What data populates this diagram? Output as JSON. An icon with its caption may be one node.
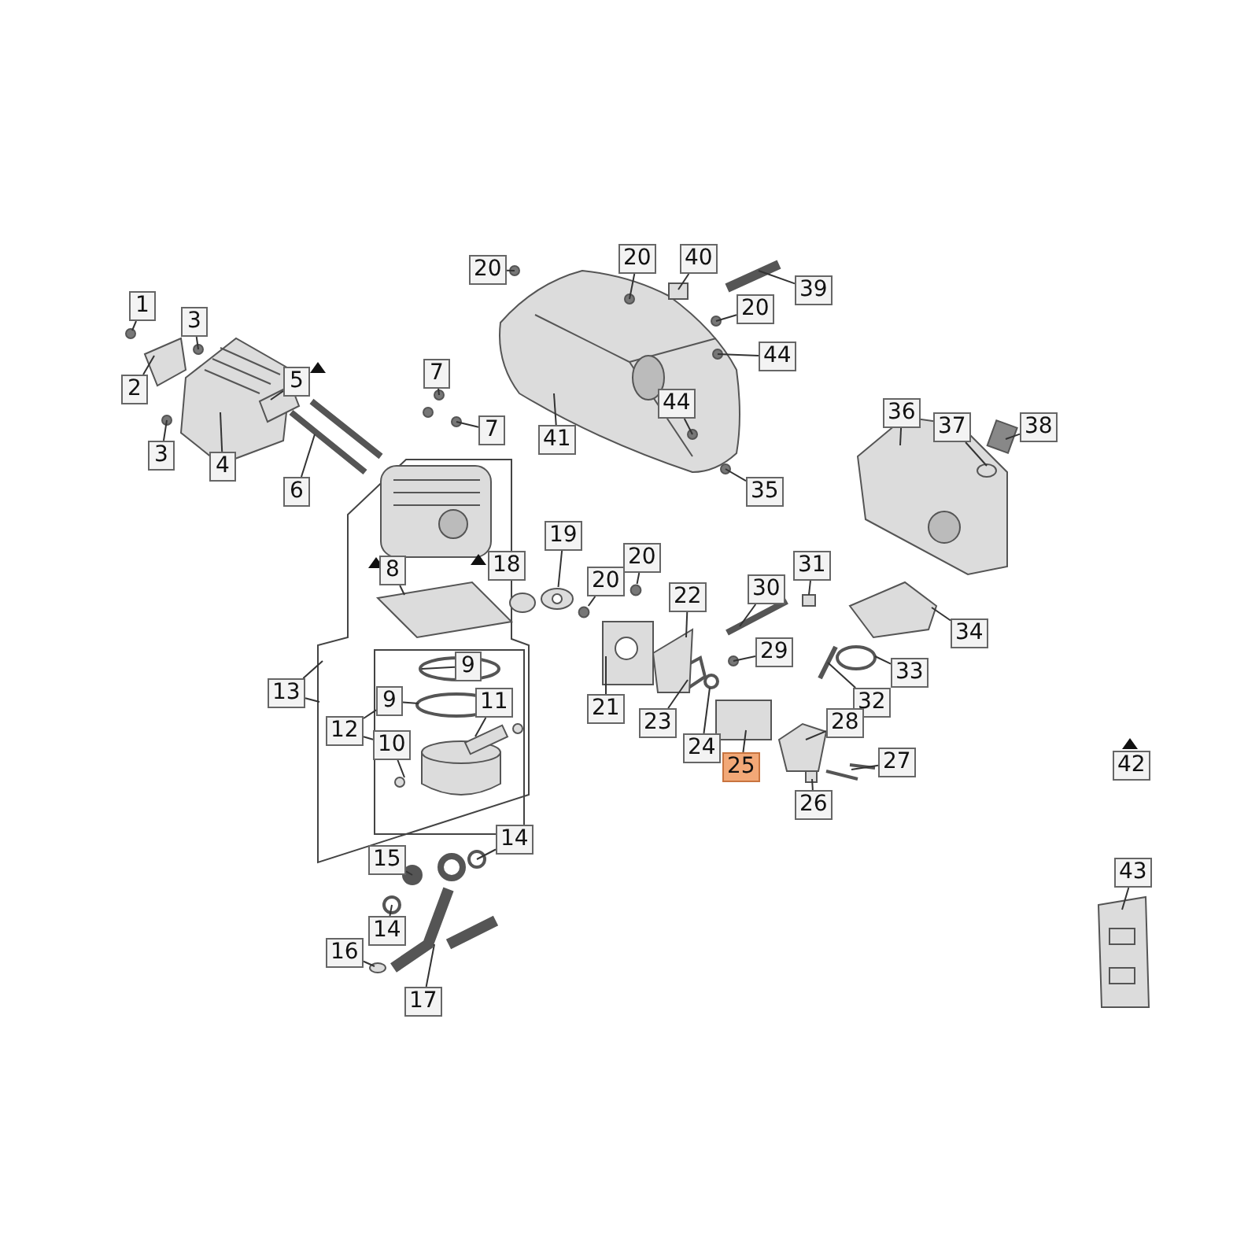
{
  "diagram": {
    "nodes": [
      {
        "text": [
          "20"
        ]
      },
      {
        "text": [
          "20"
        ]
      },
      {
        "text": [
          "40"
        ]
      },
      {
        "text": [
          "39"
        ]
      },
      {
        "text": [
          "1"
        ]
      },
      {
        "text": [
          "3"
        ]
      },
      {
        "text": [
          "20"
        ]
      },
      {
        "text": [
          "44"
        ]
      },
      {
        "text": [
          "7"
        ]
      },
      {
        "text": [
          "5"
        ]
      },
      {
        "text": [
          "2"
        ]
      },
      {
        "text": [
          "44"
        ]
      },
      {
        "text": [
          "36"
        ]
      },
      {
        "text": [
          "37"
        ]
      },
      {
        "text": [
          "38"
        ]
      },
      {
        "text": [
          "7"
        ]
      },
      {
        "text": [
          "41"
        ]
      },
      {
        "text": [
          "3"
        ]
      },
      {
        "text": [
          "4"
        ]
      },
      {
        "text": [
          "6"
        ]
      },
      {
        "text": [
          "35"
        ]
      },
      {
        "text": [
          "19"
        ]
      },
      {
        "text": [
          "20"
        ]
      },
      {
        "text": [
          "18"
        ]
      },
      {
        "text": [
          "31"
        ]
      },
      {
        "text": [
          "8"
        ]
      },
      {
        "text": [
          "20"
        ]
      },
      {
        "text": [
          "30"
        ]
      },
      {
        "text": [
          "22"
        ]
      },
      {
        "text": [
          "34"
        ]
      },
      {
        "text": [
          "29"
        ]
      },
      {
        "text": [
          "9"
        ]
      },
      {
        "text": [
          "33"
        ]
      },
      {
        "text": [
          "13"
        ]
      },
      {
        "text": [
          "32"
        ]
      },
      {
        "text": [
          "9"
        ]
      },
      {
        "text": [
          "11"
        ]
      },
      {
        "text": [
          "21"
        ]
      },
      {
        "text": [
          "28"
        ]
      },
      {
        "text": [
          "23"
        ]
      },
      {
        "text": [
          "12"
        ]
      },
      {
        "text": [
          "24"
        ]
      },
      {
        "text": [
          "10"
        ]
      },
      {
        "text": [
          "27"
        ]
      },
      {
        "text": [
          "25"
        ]
      },
      {
        "text": [
          "42"
        ]
      },
      {
        "text": [
          "26"
        ]
      },
      {
        "text": [
          "14"
        ]
      },
      {
        "text": [
          "15"
        ]
      },
      {
        "text": [
          "43"
        ]
      },
      {
        "text": [
          "14"
        ]
      },
      {
        "text": [
          "16"
        ]
      },
      {
        "text": [
          "17"
        ]
      },
      {
        "text": [],
        "shape": "picture"
      },
      {
        "text": [],
        "shape": "circle"
      },
      {
        "text": [],
        "shape": "circle"
      }
    ],
    "edges": [
      {
        "from": 0,
        "to": null,
        "arrow": "none"
      },
      {
        "from": 1,
        "to": null,
        "arrow": "none"
      },
      {
        "from": 2,
        "to": null,
        "arrow": "none"
      },
      {
        "from": 3,
        "to": null,
        "arrow": "none"
      },
      {
        "from": 4,
        "to": null,
        "arrow": "none"
      },
      {
        "from": 5,
        "to": null,
        "arrow": "none"
      },
      {
        "from": 6,
        "to": null,
        "arrow": "none"
      },
      {
        "from": 7,
        "to": null,
        "arrow": "none"
      },
      {
        "from": 8,
        "to": null,
        "arrow": "none"
      },
      {
        "from": 9,
        "to": null,
        "arrow": "none"
      },
      {
        "from": 10,
        "to": null,
        "arrow": "none"
      },
      {
        "from": 11,
        "to": null,
        "arrow": "none"
      },
      {
        "from": 12,
        "to": null,
        "arrow": "none"
      },
      {
        "from": 13,
        "to": null,
        "arrow": "none"
      },
      {
        "from": 14,
        "to": null,
        "arrow": "none"
      },
      {
        "from": 15,
        "to": null,
        "arrow": "none"
      },
      {
        "from": 16,
        "to": null,
        "arrow": "none"
      },
      {
        "from": 17,
        "to": null,
        "arrow": "none"
      },
      {
        "from": 18,
        "to": null,
        "arrow": "none"
      },
      {
        "from": 19,
        "to": null,
        "arrow": "none"
      },
      {
        "from": 20,
        "to": null,
        "arrow": "none"
      },
      {
        "from": 21,
        "to": 53,
        "arrow": "none"
      },
      {
        "from": 22,
        "to": 55,
        "arrow": "none"
      },
      {
        "from": 24,
        "to": null,
        "arrow": "none"
      },
      {
        "from": 25,
        "to": null,
        "arrow": "none"
      },
      {
        "from": 26,
        "to": 54,
        "arrow": "none"
      },
      {
        "from": 27,
        "to": null,
        "arrow": "none"
      },
      {
        "from": 28,
        "to": null,
        "arrow": "none"
      },
      {
        "from": 29,
        "to": null,
        "arrow": "none"
      },
      {
        "from": 30,
        "to": null,
        "arrow": "none"
      },
      {
        "from": 31,
        "to": null,
        "arrow": "none"
      },
      {
        "from": 32,
        "to": null,
        "arrow": "none"
      },
      {
        "from": 33,
        "to": null,
        "arrow": "none"
      },
      {
        "from": 33,
        "to": null,
        "arrow": "none"
      },
      {
        "from": 34,
        "to": null,
        "arrow": "none"
      },
      {
        "from": 35,
        "to": null,
        "arrow": "none"
      },
      {
        "from": 36,
        "to": null,
        "arrow": "none"
      },
      {
        "from": 37,
        "to": null,
        "arrow": "none"
      },
      {
        "from": 38,
        "to": null,
        "arrow": "none"
      },
      {
        "from": 39,
        "to": null,
        "arrow": "none"
      },
      {
        "from": 40,
        "to": 35,
        "arrow": "none"
      },
      {
        "from": 40,
        "to": 42,
        "arrow": "none"
      },
      {
        "from": 41,
        "to": null,
        "arrow": "none"
      },
      {
        "from": 42,
        "to": null,
        "arrow": "none"
      },
      {
        "from": 43,
        "to": null,
        "arrow": "none"
      },
      {
        "from": 44,
        "to": null,
        "arrow": "none"
      },
      {
        "from": 46,
        "to": null,
        "arrow": "none"
      },
      {
        "from": 47,
        "to": null,
        "arrow": "none"
      },
      {
        "from": 48,
        "to": null,
        "arrow": "none"
      },
      {
        "from": 49,
        "to": null,
        "arrow": "none"
      },
      {
        "from": 50,
        "to": null,
        "arrow": "none"
      },
      {
        "from": 51,
        "to": null,
        "arrow": "none"
      },
      {
        "from": 52,
        "to": null,
        "arrow": "none"
      }
    ]
  }
}
